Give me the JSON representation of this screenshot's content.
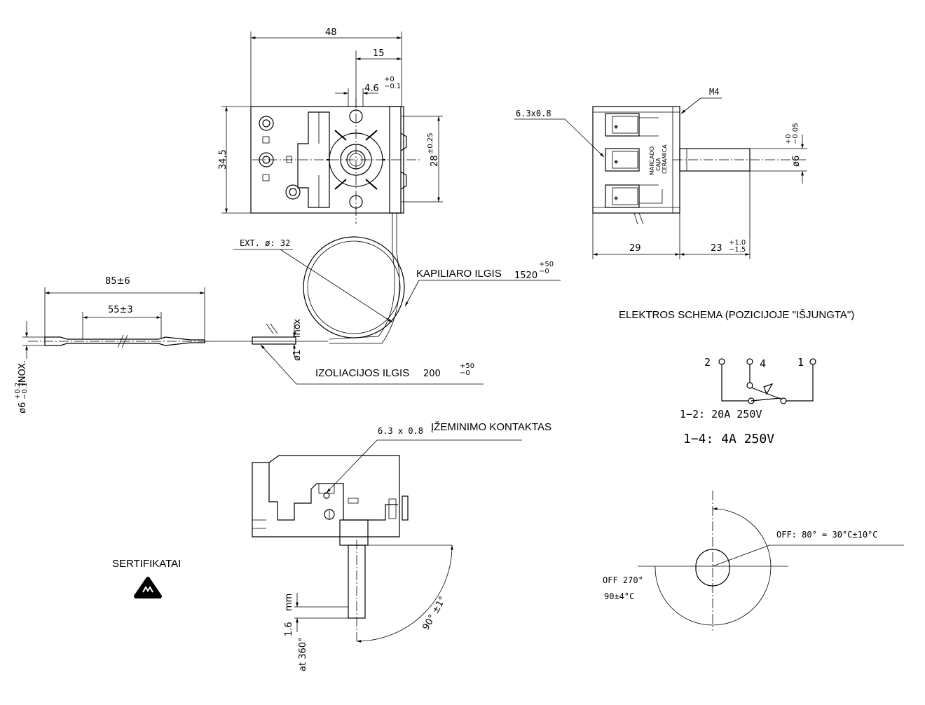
{
  "top_view": {
    "dim_width": "48",
    "dim_offset": "15",
    "dim_slot": "4.6",
    "dim_slot_tol_upper": "+0",
    "dim_slot_tol_lower": "−0.1",
    "dim_height": "34.5",
    "dim_holes": "28",
    "dim_holes_tol": "±0.25",
    "ext_diameter_label": "EXT. ø: 32"
  },
  "side_view": {
    "terminal_label": "6.3x0.8",
    "thread_label": "M4",
    "body_marking": [
      "MARCADO",
      "CAJA",
      "CERAMICA"
    ],
    "dim_body": "29",
    "dim_shaft": "23",
    "dim_shaft_tol_upper": "+1.0",
    "dim_shaft_tol_lower": "−1.5",
    "dim_shaft_dia": "ø6",
    "dim_shaft_dia_tol_upper": "+0",
    "dim_shaft_dia_tol_lower": "−0.05"
  },
  "bulb": {
    "dim_total": "85±6",
    "dim_bulb": "55±3",
    "diameter_label": "ø6",
    "diameter_tol_upper": "+0.2",
    "diameter_tol_lower": "−0.1",
    "diameter_material": "INOX.",
    "capillary_dia": "ø1",
    "capillary_material": "inox"
  },
  "capillary": {
    "label": "KAPILIARO ILGIS",
    "value": "1520",
    "tol_upper": "+50",
    "tol_lower": "−0"
  },
  "insulation": {
    "label": "IZOLIACIJOS ILGIS",
    "value": "200",
    "tol_upper": "+50",
    "tol_lower": "−0"
  },
  "schematic": {
    "title": "ELEKTROS SCHEMA (POZICIJOJE \"IŠJUNGTA\")",
    "terminal_2": "2",
    "terminal_4": "4",
    "terminal_1": "1",
    "rating_12": "1−2:  20A  250V",
    "rating_14": "1−4:  4A  250V"
  },
  "ground_view": {
    "terminal_label": "6.3 x 0.8",
    "ground_label": "ĮŽEMINIMO KONTAKTAS",
    "dim_flat": "1.6",
    "flat_unit": "mm",
    "flat_at": "at 360°",
    "angle_label": "90° ±1°"
  },
  "certificates": {
    "label": "SERTIFIKATAI"
  },
  "rotation": {
    "off_label": "OFF: 80°  =  30°C±10°C",
    "off270": "OFF 270°",
    "temp": "90±4°C"
  }
}
